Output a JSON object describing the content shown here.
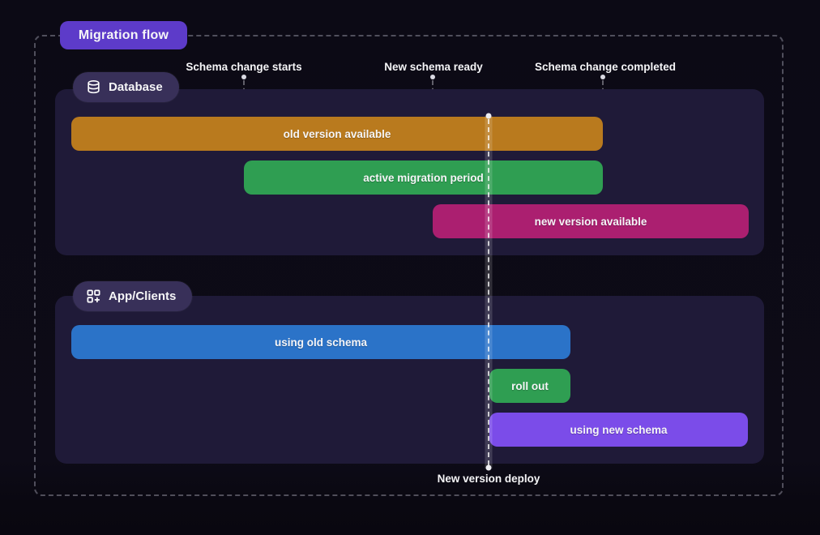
{
  "title": "Migration flow",
  "timeline_markers": [
    {
      "label": "Schema change starts"
    },
    {
      "label": "New schema ready"
    },
    {
      "label": "Schema change completed"
    }
  ],
  "deploy_marker": {
    "label": "New version deploy"
  },
  "sections": [
    {
      "name": "Database",
      "icon": "database-icon",
      "bars": [
        {
          "label": "old version available",
          "color": "#b97a1e",
          "from": "timeline start",
          "to": "Schema change completed"
        },
        {
          "label": "active migration period",
          "color": "#2f9e52",
          "from": "Schema change starts",
          "to": "Schema change completed"
        },
        {
          "label": "new version available",
          "color": "#ab1f70",
          "from": "New schema ready",
          "to": "timeline end"
        }
      ]
    },
    {
      "name": "App/Clients",
      "icon": "apps-plus-icon",
      "bars": [
        {
          "label": "using old schema",
          "color": "#2b73c8",
          "from": "timeline start",
          "to": "New version deploy"
        },
        {
          "label": "roll out",
          "color": "#2f9e52",
          "from": "New version deploy",
          "to": "shortly after deploy"
        },
        {
          "label": "using new schema",
          "color": "#7b4ce9",
          "from": "New version deploy",
          "to": "timeline end"
        }
      ]
    }
  ],
  "colors": {
    "background": "#0d0b16",
    "panel": "#1f1a38",
    "title_badge": "#5d3bc9",
    "section_chip": "#383059",
    "bar_orange": "#b97a1e",
    "bar_green": "#2f9e52",
    "bar_magenta": "#ab1f70",
    "bar_blue": "#2b73c8",
    "bar_purple": "#7b4ce9",
    "dashed_border": "#a5a5b4",
    "text": "#ffffff"
  }
}
